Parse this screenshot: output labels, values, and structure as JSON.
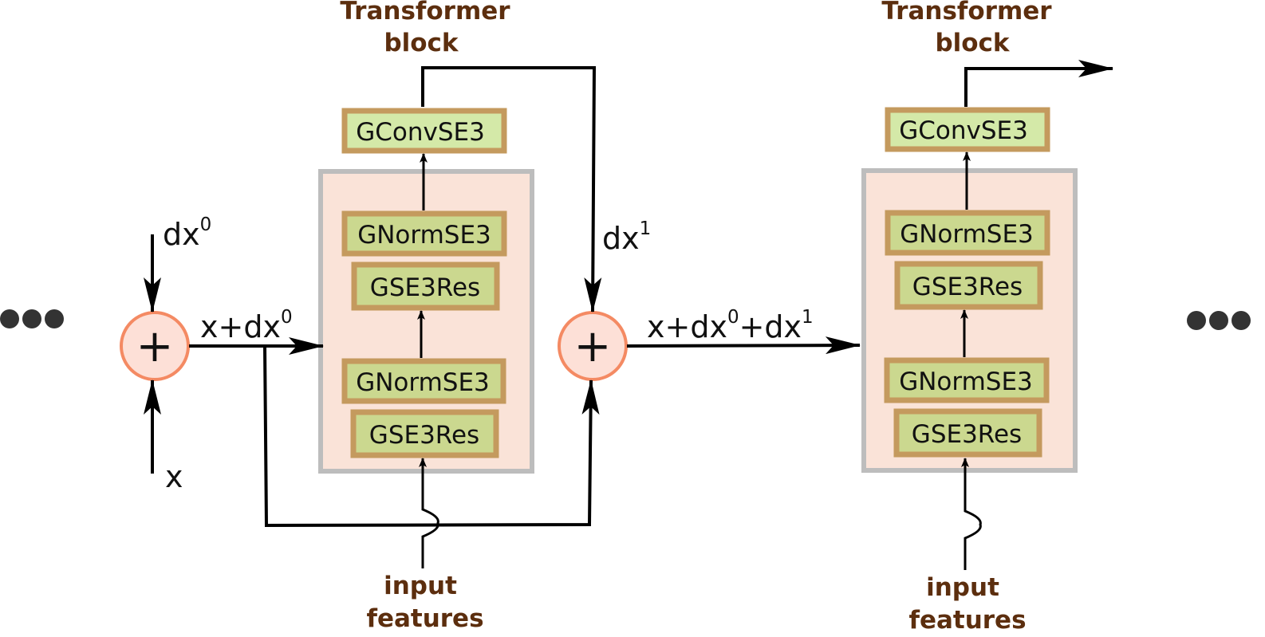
{
  "colors": {
    "title": "#5c2e0e",
    "block_fill": "#fae3d8",
    "block_border": "#bdbdbd",
    "module_fill": "#cbd88f",
    "module_fill_light": "#d4e9a8",
    "module_border": "#c49a5e",
    "adder_fill": "#fde0d7",
    "adder_border": "#f48a63",
    "line": "#000000",
    "ellipsis": "#333333"
  },
  "icons": {
    "adder": "plus-circle-icon",
    "ellipsis": "ellipsis-dots-icon"
  },
  "blocks": [
    {
      "title_line1": "Transformer",
      "title_line2": "block",
      "top_module": "GConvSE3",
      "modules": [
        "GNormSE3",
        "GSE3Res",
        "GNormSE3",
        "GSE3Res"
      ],
      "input_line1": "input",
      "input_line2": "features"
    },
    {
      "title_line1": "Transformer",
      "title_line2": "block",
      "top_module": "GConvSE3",
      "modules": [
        "GNormSE3",
        "GSE3Res",
        "GNormSE3",
        "GSE3Res"
      ],
      "input_line1": "input",
      "input_line2": "features"
    }
  ],
  "adders": [
    {
      "symbol": "+"
    },
    {
      "symbol": "+"
    }
  ],
  "labels": {
    "dx0_base": "dx",
    "dx0_sup": "0",
    "x": "x",
    "sum1_base": "x+dx",
    "sum1_sup": "0",
    "dx1_base": "dx",
    "dx1_sup": "1",
    "sum2_part1": "x+dx",
    "sum2_sup1": "0",
    "sum2_part2": "+dx",
    "sum2_sup2": "1"
  }
}
